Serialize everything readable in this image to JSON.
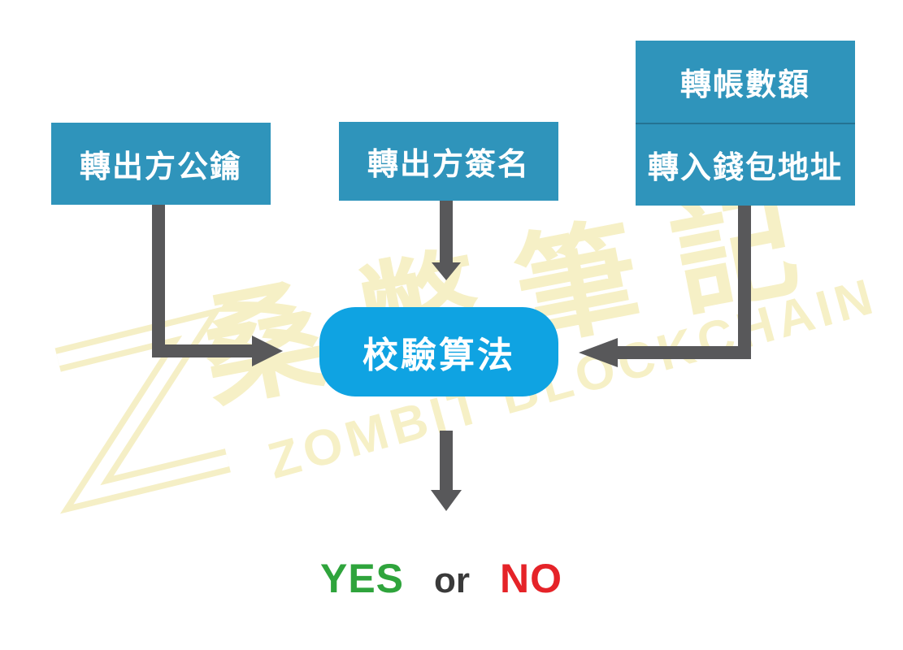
{
  "diagram": {
    "inputs": [
      {
        "id": "sender-public-key",
        "label": "轉出方公鑰"
      },
      {
        "id": "sender-signature",
        "label": "轉出方簽名"
      },
      {
        "id": "transfer-details",
        "rows": [
          "轉帳數額",
          "轉入錢包地址"
        ]
      }
    ],
    "process": {
      "label": "校驗算法"
    },
    "result": {
      "yes": "YES",
      "or": "or",
      "no": "NO"
    }
  },
  "watermark": {
    "logo": "zombit-z-logo",
    "cjk_text": "桑幣筆記",
    "latin_text": "ZOMBIT BLOCKCHAIN"
  },
  "colors": {
    "box_blue": "#2F94BB",
    "process_blue": "#0FA3E2",
    "arrow_gray": "#58585A",
    "yes_green": "#2FA43C",
    "no_red": "#E52328",
    "or_dark": "#3A3A3A",
    "watermark_yellow": "#F6F0C6"
  }
}
